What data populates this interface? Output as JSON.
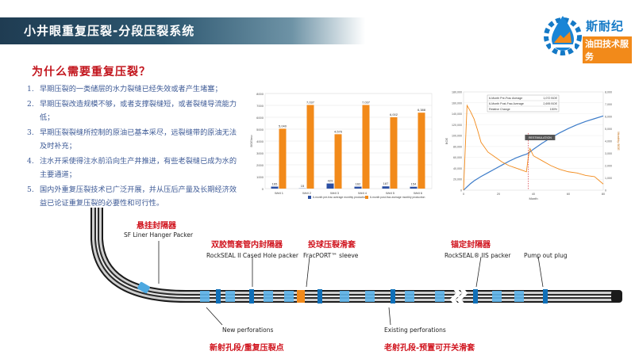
{
  "title": "小井眼重复压裂-分段压裂系统",
  "logo": {
    "name": "斯耐纪",
    "sub": "油田技术服务"
  },
  "heading": "为什么需要重复压裂？",
  "items": [
    {
      "num": "1.",
      "text": "早期压裂的一类储层的水力裂缝已经失效或者产生堵塞；"
    },
    {
      "num": "2.",
      "text": "早期压裂改造规模不够，或者支撑裂缝短，或者裂缝导流能力低；"
    },
    {
      "num": "3.",
      "text": "早期压裂裂缝所控制的原油已基本采尽，远裂缝带的原油无法及时补充；"
    },
    {
      "num": "4.",
      "text": "注水开采使得注水前沿向生产井推进，有些老裂缝已成为水的主要通道；"
    },
    {
      "num": "5.",
      "text": "国内外重复压裂技术已广泛开展，并从压后产量及长期经济效益已论证重复压裂的必要性和可行性。"
    }
  ],
  "chart_data": [
    {
      "type": "bar",
      "categories": [
        "Well 1",
        "Well 2",
        "Well 3",
        "Well 4",
        "Well 5",
        "Well 6"
      ],
      "series": [
        {
          "name": "6-month pre-frac average monthly production",
          "values": [
            165,
            15,
            429,
            162,
            187,
            154
          ]
        },
        {
          "name": "6-month post-frac average monthly production",
          "values": [
            5040,
            7037,
            4576,
            7037,
            6002,
            6388
          ]
        }
      ],
      "colors": [
        "#2b4fa3",
        "#f28a1a"
      ],
      "value_labels": [
        [
          "165",
          "15",
          "429",
          "162",
          "187",
          "154"
        ],
        [
          "5,040",
          "7,037",
          "4,576",
          "7,037",
          "6,002",
          "6,388"
        ]
      ],
      "ylim": [
        0,
        8000
      ],
      "yticks": [
        "0",
        "1000",
        "2000",
        "3000",
        "4000",
        "5000",
        "6000",
        "7000",
        "8000"
      ],
      "ylabel": "BOE/mo",
      "legend_position": "bottom"
    },
    {
      "type": "line",
      "x": [
        0,
        2,
        4,
        6,
        8,
        10,
        14,
        18,
        22,
        26,
        30,
        34,
        36,
        37,
        38,
        40,
        45,
        50,
        55,
        60,
        65,
        70,
        75,
        80
      ],
      "series": [
        {
          "name": "BOE",
          "axis": "left",
          "values": [
            0,
            6000,
            12000,
            17000,
            21000,
            25000,
            32000,
            39000,
            46000,
            53000,
            59000,
            64000,
            66000,
            67500,
            70000,
            75000,
            86000,
            96000,
            105000,
            113000,
            120000,
            126000,
            131000,
            136000
          ]
        },
        {
          "name": "Monthly BOE",
          "axis": "right",
          "values": [
            0,
            6900,
            6400,
            5800,
            4900,
            3900,
            3100,
            2700,
            2300,
            2000,
            1800,
            1600,
            1500,
            2600,
            3400,
            2800,
            2400,
            2000,
            1700,
            1500,
            1400,
            1200,
            1100,
            500
          ]
        }
      ],
      "colors": [
        "#3d7cc9",
        "#f28a1a"
      ],
      "xlabel": "Month",
      "ylabel_left": "BOE",
      "ylabel_right": "Monthly BOE",
      "xlim": [
        0,
        80
      ],
      "ylim_left": [
        0,
        180000
      ],
      "ylim_right": [
        0,
        8000
      ],
      "xticks": [
        "0",
        "20",
        "40",
        "60",
        "80"
      ],
      "yticks_left": [
        "0",
        "20,000",
        "40,000",
        "60,000",
        "80,000",
        "100,000",
        "120,000",
        "140,000",
        "160,000",
        "180,000"
      ],
      "yticks_right": [
        "0",
        "1,000",
        "2,000",
        "3,000",
        "4,000",
        "5,000",
        "6,000",
        "7,000",
        "8,000"
      ],
      "event_label": "RESTIMULATION",
      "event_x": 37,
      "table": [
        [
          "6-Month Pre-Frac Average",
          "1,072 BOE"
        ],
        [
          "6-Month Post-Frac Average",
          "2,695 BOE"
        ],
        [
          "Relative Change",
          "150%"
        ]
      ]
    }
  ],
  "diagram": {
    "labels_top": [
      {
        "cn": "悬挂封隔器",
        "en": "SF Liner Hanger Packer"
      },
      {
        "cn": "双胶筒套管内封隔器",
        "en": "RockSEAL II Cased Hole packer"
      },
      {
        "cn": "投球压裂滑套",
        "en": "FracPORT™ sleeve"
      },
      {
        "cn": "锚定封隔器",
        "en": "RockSEAL® IIS packer"
      },
      {
        "cn": "",
        "en": "Pump out plug"
      }
    ],
    "labels_bottom": [
      {
        "en": "New perforations",
        "cn": "新射孔段/重复压裂点"
      },
      {
        "en": "Existing perforations",
        "cn": "老射孔段-预置可开关滑套"
      }
    ]
  }
}
